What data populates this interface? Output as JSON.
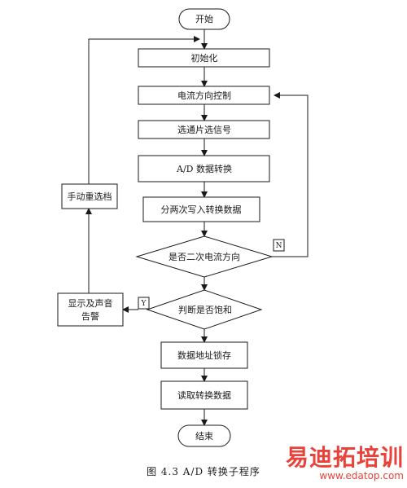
{
  "flowchart": {
    "start": "开始",
    "init": "初始化",
    "current_control": "电流方向控制",
    "chip_select": "选通片选信号",
    "ad_convert": "A/D 数据转换",
    "write_twice": "分两次写入转换数据",
    "second_direction": "是否二次电流方向",
    "saturation_check": "判断是否饱和",
    "latch": "数据地址锁存",
    "read": "读取转换数据",
    "end": "结束",
    "manual_select": "手动重选档",
    "display_alarm_line1": "显示及声音",
    "display_alarm_line2": "告警",
    "flag_n": "N",
    "flag_y": "Y"
  },
  "caption": "图 4.3 A/D 转换子程序",
  "watermark": {
    "brand": "易迪拓培训",
    "url": "www.edatop.com",
    "color": "#e8423a"
  }
}
